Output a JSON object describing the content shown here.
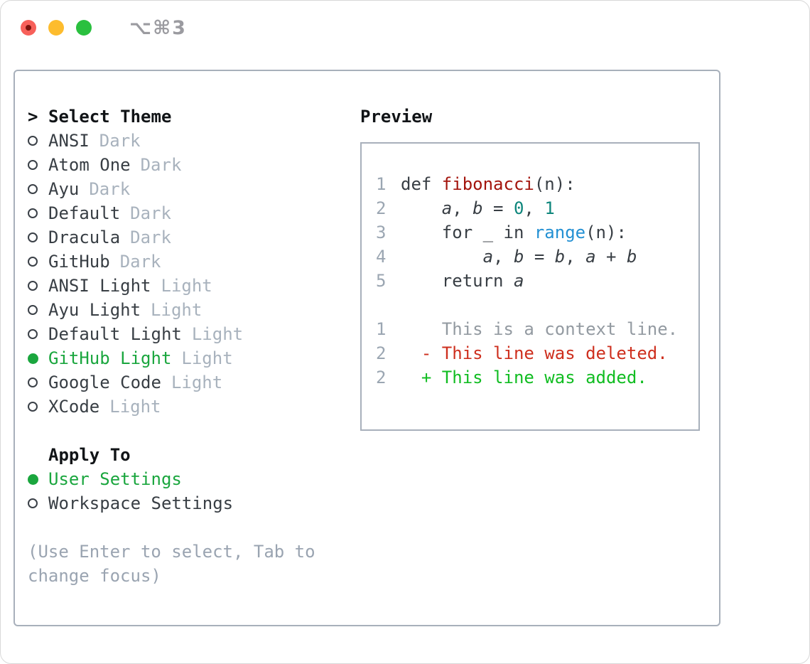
{
  "window": {
    "title_shortcut": "⌥⌘3",
    "traffic_lights": [
      "close",
      "minimize",
      "zoom"
    ]
  },
  "colors": {
    "accent_green": "#1aa63e",
    "added_green": "#11bd22",
    "deleted_red": "#ce2f1e",
    "function_red": "#a3140c",
    "number_teal": "#0e867c",
    "call_blue": "#2390d3",
    "border_gray": "#a8b0bb",
    "muted_gray": "#9aa4b1"
  },
  "theme_picker": {
    "header": "Select Theme",
    "header_prefix": ">",
    "items": [
      {
        "name": "ANSI",
        "tag": "Dark",
        "selected": false
      },
      {
        "name": "Atom One",
        "tag": "Dark",
        "selected": false
      },
      {
        "name": "Ayu",
        "tag": "Dark",
        "selected": false
      },
      {
        "name": "Default",
        "tag": "Dark",
        "selected": false
      },
      {
        "name": "Dracula",
        "tag": "Dark",
        "selected": false
      },
      {
        "name": "GitHub",
        "tag": "Dark",
        "selected": false
      },
      {
        "name": "ANSI Light",
        "tag": "Light",
        "selected": false
      },
      {
        "name": "Ayu Light",
        "tag": "Light",
        "selected": false
      },
      {
        "name": "Default Light",
        "tag": "Light",
        "selected": false
      },
      {
        "name": "GitHub Light",
        "tag": "Light",
        "selected": true
      },
      {
        "name": "Google Code",
        "tag": "Light",
        "selected": false
      },
      {
        "name": "XCode",
        "tag": "Light",
        "selected": false
      }
    ],
    "apply_to_header": "Apply To",
    "apply_options": [
      {
        "name": "User Settings",
        "selected": true
      },
      {
        "name": "Workspace Settings",
        "selected": false
      }
    ],
    "hint": "(Use Enter to select, Tab to change focus)"
  },
  "preview": {
    "header": "Preview",
    "code_lines": [
      {
        "lineno": "1",
        "tokens": [
          [
            "d",
            "def "
          ],
          [
            "fn",
            "fibonacci"
          ],
          [
            "d",
            "(n):"
          ]
        ]
      },
      {
        "lineno": "2",
        "tokens": [
          [
            "d",
            "    "
          ],
          [
            "v",
            "a"
          ],
          [
            "d",
            ", "
          ],
          [
            "v",
            "b"
          ],
          [
            "d",
            " = "
          ],
          [
            "n",
            "0"
          ],
          [
            "d",
            ", "
          ],
          [
            "n",
            "1"
          ]
        ]
      },
      {
        "lineno": "3",
        "tokens": [
          [
            "d",
            "    for _ in "
          ],
          [
            "c",
            "range"
          ],
          [
            "d",
            "(n):"
          ]
        ]
      },
      {
        "lineno": "4",
        "tokens": [
          [
            "d",
            "        "
          ],
          [
            "v",
            "a"
          ],
          [
            "d",
            ", "
          ],
          [
            "v",
            "b"
          ],
          [
            "d",
            " = "
          ],
          [
            "v",
            "b"
          ],
          [
            "d",
            ", "
          ],
          [
            "v",
            "a"
          ],
          [
            "d",
            " + "
          ],
          [
            "v",
            "b"
          ]
        ]
      },
      {
        "lineno": "5",
        "tokens": [
          [
            "d",
            "    return "
          ],
          [
            "v",
            "a"
          ]
        ]
      }
    ],
    "diff_lines": [
      {
        "lineno": "1",
        "tokens": [
          [
            "ctx",
            "    This is a context line."
          ]
        ]
      },
      {
        "lineno": "2",
        "tokens": [
          [
            "del",
            "  - This line was deleted."
          ]
        ]
      },
      {
        "lineno": "2",
        "tokens": [
          [
            "add",
            "  + This line was added."
          ]
        ]
      }
    ]
  }
}
